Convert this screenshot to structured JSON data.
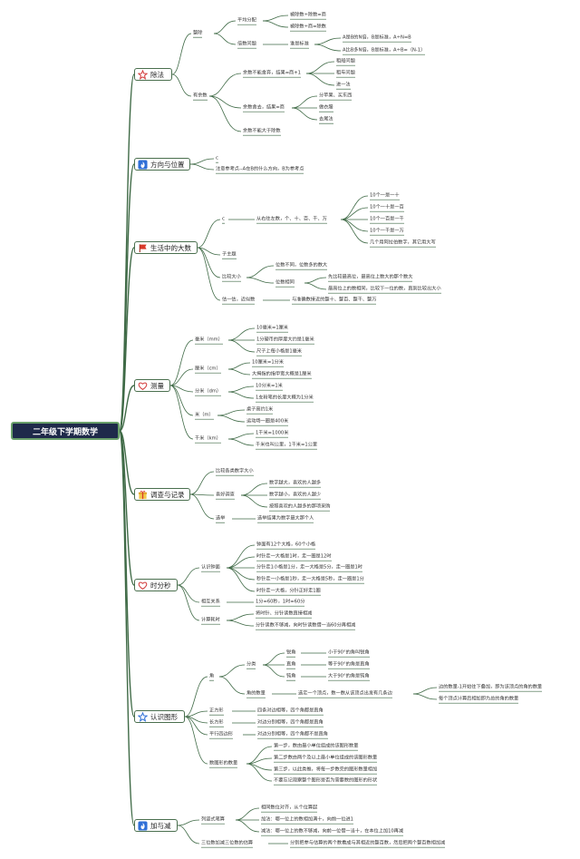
{
  "root": "二年级下学期数学",
  "colors": {
    "line": "#3f6a46",
    "root_bg": "#1f2a4a",
    "root_border": "#6aa06a"
  },
  "categories": {
    "division": {
      "label": "除法",
      "icon": "star-icon"
    },
    "direction": {
      "label": "方向与位置",
      "icon": "flame-icon"
    },
    "bignum": {
      "label": "生活中的大数",
      "icon": "flag-icon"
    },
    "measure": {
      "label": "测量",
      "icon": "heart-icon"
    },
    "survey": {
      "label": "调查与记录",
      "icon": "gift-icon"
    },
    "time": {
      "label": "时分秒",
      "icon": "heart-icon"
    },
    "shapes": {
      "label": "认识图形",
      "icon": "star-icon"
    },
    "addsub": {
      "label": "加与减",
      "icon": "flame-icon"
    }
  },
  "division": {
    "zhengchu": "整除",
    "pingjun": "平均分配",
    "pj1": "被除数÷除数=商",
    "pj2": "被除数÷商=除数",
    "beishu": "倍数问题",
    "shui_biaozhun": "谁是标准",
    "bs1": "A是B的N倍，B是标准，A÷N=B",
    "bs2": "A比B多N倍，B是标准，A÷B=（N-1）",
    "youyushu": "有余数",
    "ys_a": "余数不能舍弃，结果=商+1",
    "ys_a1": "租船问题",
    "ys_a2": "租车问题",
    "ys_a3": "进一法",
    "ys_b": "余数舍去，结果=商",
    "ys_b1": "分苹果、买东西",
    "ys_b2": "做衣服",
    "ys_b3": "去尾法",
    "ys_c": "余数不能大于除数"
  },
  "direction": {
    "c": "c",
    "ref": "注意参考点--A在B的什么方向，B为参考点"
  },
  "bignum": {
    "c": "c",
    "units": "从右往左数，个、十、百、千、万",
    "u1": "10个一是一十",
    "u2": "10个一十是一百",
    "u3": "10个一百是一千",
    "u4": "10个一千是一万",
    "u5": "几个用阿拉伯数字，其它用大写",
    "zizhuti": "子主题",
    "bidaxiao": "比较大小",
    "b1": "位数不同，位数多的数大",
    "weishu_xiangtong": "位数相同",
    "b2": "先比较最高位，最高位上数大的那个数大",
    "b3": "最高位上的数相同，比较下一位的数，直到比较出大小",
    "guyigu": "估一估，近似数",
    "g1": "与准确数接近的整十、整百、整千、整万"
  },
  "measure": {
    "mm": "毫米（mm）",
    "mm1": "10毫米=1厘米",
    "mm2": "1分硬币的厚度大约是1毫米",
    "mm3": "尺子上每小格是1毫米",
    "cm": "厘米（cm）",
    "cm1": "10厘米=1分米",
    "cm2": "大拇指的指甲宽大概是1厘米",
    "dm": "分米（dm）",
    "dm1": "10分米=1米",
    "dm2": "1支粉笔的长度大概为1分米",
    "m": "米（m）",
    "m1": "桌子高约1米",
    "m2": "运动场一圈是400米",
    "km": "千米（km）",
    "km1": "1千米=1000米",
    "km2": "千米也叫公里，1千米=1公里"
  },
  "survey": {
    "s1": "比较各类数字大小",
    "aihao": "喜好调查",
    "a1": "数字越大，喜欢的人越多",
    "a2": "数字越小，喜欢的人越少",
    "a3": "按照喜欢的人越多的那项采购",
    "xuanju": "选举",
    "x1": "选举结果为数字最大那个人"
  },
  "time": {
    "renshi": "认识钟面",
    "r1": "钟面有12个大格，60个小格",
    "r2": "时针走一大格是1时，走一圈是12时",
    "r3": "分针走1小格是1分，走一大格是5分，走一圈是1时",
    "r4": "秒针走一小格是1秒，走一大格是5秒，走一圈是1分",
    "r5": "时针走一大格，分针正好走1圈",
    "xianghu": "相互关系",
    "x1": "1分=60秒，1时=60分",
    "jisuan": "计算耗时",
    "j1": "将时针、分针读数直接相减",
    "j2": "分针读数不够减，向时针读数借一当60分再相减"
  },
  "shapes": {
    "jiao": "角",
    "fenlei": "分类",
    "rui": "锐角",
    "rui1": "小于90°的角叫锐角",
    "zhi": "直角",
    "zhi1": "等于90°的角是直角",
    "dun": "钝角",
    "dun1": "大于90°的角是钝角",
    "jiaoshu": "角的数量",
    "js1": "选定一个顶点，数一数从该顶点出发有几条边",
    "js2": "边的数量-1开始往下叠加，即为该顶点的角的数量",
    "js3": "每个顶点计算后相加即为总的角的数量",
    "zfx": "正方形",
    "zfx1": "四条对边相等，四个角都是直角",
    "cfx": "长方形",
    "cfx1": "对边分别相等，四个角都是直角",
    "px": "平行四边形",
    "px1": "对边分别相等，四个角都不是直角",
    "shutu": "数图形的数量",
    "st1": "第一步，数由最小单位组成的该图形数量",
    "st2": "第二步数由两个及以上最小单位组成的该图形数量",
    "st3": "第三步，以此类推，将每一步数完的图形数量相加",
    "st4": "不要忘记观察整个图形是否为需要数的图形的形状"
  },
  "addsub": {
    "lieshi": "列竖式笔算",
    "l1": "相同数位对齐，从个位算起",
    "l2": "加法：哪一位上的数相加满十，向前一位进1",
    "l3": "减法：哪一位上的数不够减，向前一位借一当十，在本位上加10再减",
    "sanwei": "三位数加减三位数的估算",
    "s1": "分别把参与估算的两个数看成与其相近的整百数，然后把两个整百数相加减"
  }
}
